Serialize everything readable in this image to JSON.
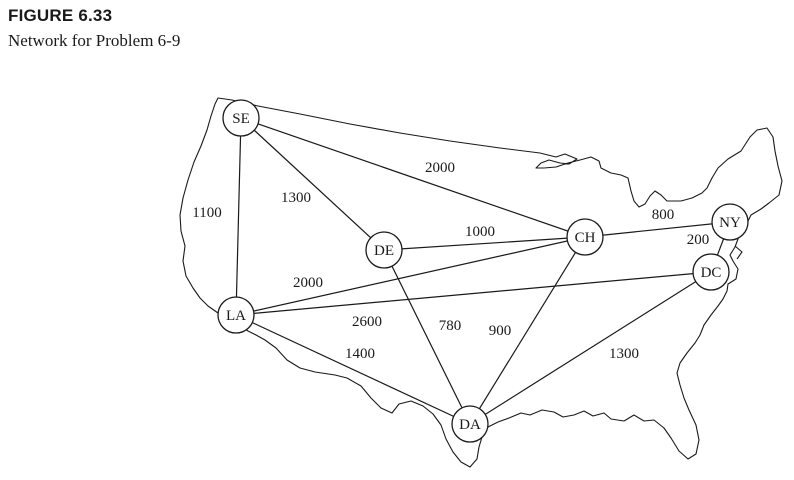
{
  "figure": {
    "label": "FIGURE 6.33",
    "caption": "Network for Problem 6-9"
  },
  "nodes": [
    {
      "id": "SE",
      "label": "SE"
    },
    {
      "id": "DE",
      "label": "DE"
    },
    {
      "id": "CH",
      "label": "CH"
    },
    {
      "id": "NY",
      "label": "NY"
    },
    {
      "id": "DC",
      "label": "DC"
    },
    {
      "id": "LA",
      "label": "LA"
    },
    {
      "id": "DA",
      "label": "DA"
    }
  ],
  "edges": [
    {
      "from": "SE",
      "to": "CH",
      "weight": "2000"
    },
    {
      "from": "SE",
      "to": "DE",
      "weight": "1300"
    },
    {
      "from": "SE",
      "to": "LA",
      "weight": "1100"
    },
    {
      "from": "DE",
      "to": "CH",
      "weight": "1000"
    },
    {
      "from": "LA",
      "to": "CH",
      "weight": "2000"
    },
    {
      "from": "LA",
      "to": "DC",
      "weight": "2600"
    },
    {
      "from": "DE",
      "to": "DA",
      "weight": "780"
    },
    {
      "from": "CH",
      "to": "DA",
      "weight": "900"
    },
    {
      "from": "LA",
      "to": "DA",
      "weight": "1400"
    },
    {
      "from": "DC",
      "to": "DA",
      "weight": "1300"
    },
    {
      "from": "CH",
      "to": "NY",
      "weight": "800"
    },
    {
      "from": "NY",
      "to": "DC",
      "weight": "200"
    }
  ]
}
